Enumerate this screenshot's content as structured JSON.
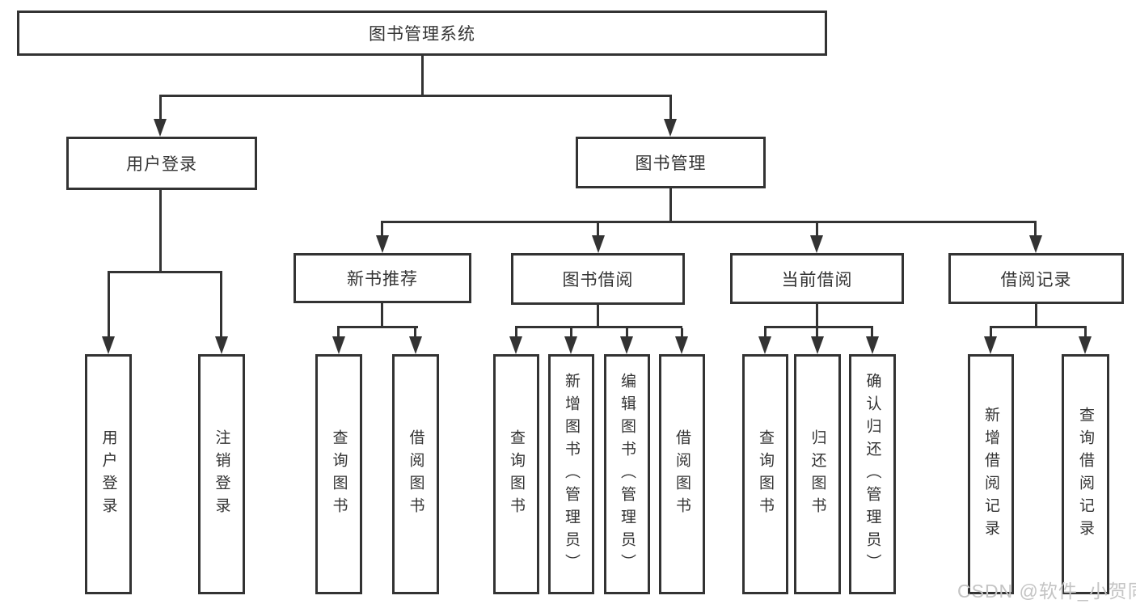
{
  "diagram": {
    "root": {
      "label": "图书管理系统"
    },
    "level2": [
      {
        "label": "用户登录"
      },
      {
        "label": "图书管理"
      }
    ],
    "level3": [
      {
        "label": "新书推荐"
      },
      {
        "label": "图书借阅"
      },
      {
        "label": "当前借阅"
      },
      {
        "label": "借阅记录"
      }
    ],
    "leaves": {
      "user_login": [
        {
          "label": "用户登录"
        },
        {
          "label": "注销登录"
        }
      ],
      "new_book_recommend": [
        {
          "label": "查询图书"
        },
        {
          "label": "借阅图书"
        }
      ],
      "book_borrow": [
        {
          "label": "查询图书"
        },
        {
          "label": "新增图书（管理员）"
        },
        {
          "label": "编辑图书（管理员）"
        },
        {
          "label": "借阅图书"
        }
      ],
      "current_borrow": [
        {
          "label": "查询图书"
        },
        {
          "label": "归还图书"
        },
        {
          "label": "确认归还（管理员）"
        }
      ],
      "borrow_records": [
        {
          "label": "新增借阅记录"
        },
        {
          "label": "查询借阅记录"
        }
      ]
    },
    "watermark": "CSDN @软件_小贺同学",
    "colors": {
      "line": "#333333",
      "text": "#333333",
      "watermark": "#c4c4c4",
      "background": "#ffffff"
    }
  }
}
